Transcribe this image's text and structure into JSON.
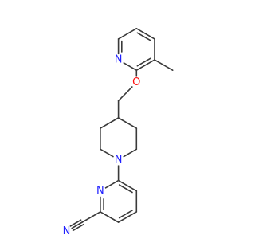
{
  "molecule": {
    "colors": {
      "bond": "#3a3a3a",
      "nitrogen": "#2020ff",
      "oxygen": "#ff0d0d"
    },
    "atoms": [
      {
        "id": "c-methyl"
      },
      {
        "id": "py1-c3"
      },
      {
        "id": "py1-c4"
      },
      {
        "id": "py1-c5"
      },
      {
        "id": "py1-c6"
      },
      {
        "id": "py1-n1",
        "label": "N",
        "element": "N"
      },
      {
        "id": "py1-c2"
      },
      {
        "id": "o-ether",
        "label": "O",
        "element": "O"
      },
      {
        "id": "c-ch2"
      },
      {
        "id": "pip-c4"
      },
      {
        "id": "pip-c3"
      },
      {
        "id": "pip-c2"
      },
      {
        "id": "pip-n1",
        "label": "N",
        "element": "N"
      },
      {
        "id": "pip-c6"
      },
      {
        "id": "pip-c5"
      },
      {
        "id": "py2-c6"
      },
      {
        "id": "py2-c5"
      },
      {
        "id": "py2-c4"
      },
      {
        "id": "py2-c3"
      },
      {
        "id": "py2-c2"
      },
      {
        "id": "py2-n1",
        "label": "N",
        "element": "N"
      },
      {
        "id": "c-nitrile"
      },
      {
        "id": "n-nitrile",
        "label": "N",
        "element": "N"
      }
    ],
    "bonds": [
      {
        "from": "c-methyl",
        "to": "py1-c3",
        "order": 1
      },
      {
        "from": "py1-c3",
        "to": "py1-c4",
        "order": 1
      },
      {
        "from": "py1-c4",
        "to": "py1-c5",
        "order": 2
      },
      {
        "from": "py1-c5",
        "to": "py1-c6",
        "order": 1
      },
      {
        "from": "py1-c6",
        "to": "py1-n1",
        "order": 2
      },
      {
        "from": "py1-n1",
        "to": "py1-c2",
        "order": 1
      },
      {
        "from": "py1-c2",
        "to": "py1-c3",
        "order": 2
      },
      {
        "from": "py1-c2",
        "to": "o-ether",
        "order": 1
      },
      {
        "from": "o-ether",
        "to": "c-ch2",
        "order": 1
      },
      {
        "from": "c-ch2",
        "to": "pip-c4",
        "order": 1
      },
      {
        "from": "pip-c4",
        "to": "pip-c3",
        "order": 1
      },
      {
        "from": "pip-c3",
        "to": "pip-c2",
        "order": 1
      },
      {
        "from": "pip-c2",
        "to": "pip-n1",
        "order": 1
      },
      {
        "from": "pip-n1",
        "to": "pip-c6",
        "order": 1
      },
      {
        "from": "pip-c6",
        "to": "pip-c5",
        "order": 1
      },
      {
        "from": "pip-c5",
        "to": "pip-c4",
        "order": 1
      },
      {
        "from": "pip-n1",
        "to": "py2-c6",
        "order": 1
      },
      {
        "from": "py2-c6",
        "to": "py2-c5",
        "order": 2
      },
      {
        "from": "py2-c5",
        "to": "py2-c4",
        "order": 1
      },
      {
        "from": "py2-c4",
        "to": "py2-c3",
        "order": 2
      },
      {
        "from": "py2-c3",
        "to": "py2-c2",
        "order": 1
      },
      {
        "from": "py2-c2",
        "to": "py2-n1",
        "order": 2
      },
      {
        "from": "py2-n1",
        "to": "py2-c6",
        "order": 1
      },
      {
        "from": "py2-c2",
        "to": "c-nitrile",
        "order": 1
      },
      {
        "from": "c-nitrile",
        "to": "n-nitrile",
        "order": 3
      }
    ]
  }
}
